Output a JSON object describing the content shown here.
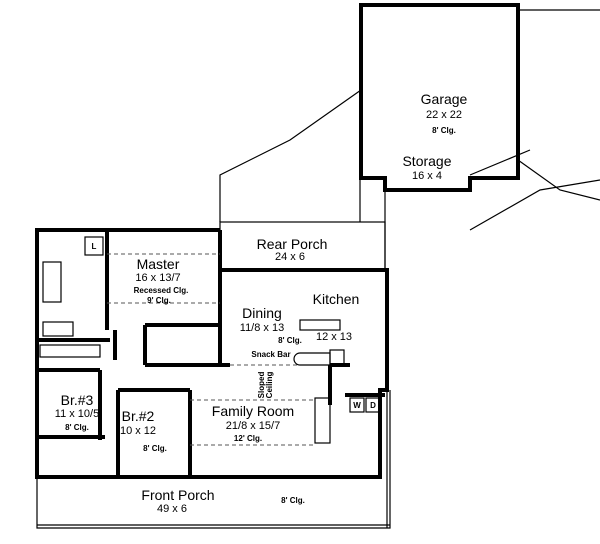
{
  "plan": {
    "garage": {
      "name": "Garage",
      "size": "22 x 22",
      "ceiling": "8' Clg."
    },
    "storage": {
      "name": "Storage",
      "size": "16 x 4"
    },
    "rear_porch": {
      "name": "Rear Porch",
      "size": "24 x 6"
    },
    "master": {
      "name": "Master",
      "size": "16 x 13/7",
      "note": "Recessed Clg.",
      "ceiling": "9' Clg."
    },
    "dining": {
      "name": "Dining",
      "size": "11/8 x 13",
      "ceiling": "8' Clg."
    },
    "kitchen": {
      "name": "Kitchen",
      "size": "12 x 13"
    },
    "snack_bar": "Snack Bar",
    "sloped_ceiling": [
      "Sloped",
      "Ceiling"
    ],
    "br3": {
      "name": "Br.#3",
      "size": "11 x 10/5",
      "ceiling": "8' Clg."
    },
    "br2": {
      "name": "Br.#2",
      "size": "10 x 12",
      "ceiling": "8' Clg."
    },
    "family_room": {
      "name": "Family Room",
      "size": "21/8 x 15/7",
      "ceiling": "12' Clg."
    },
    "front_porch": {
      "name": "Front Porch",
      "size": "49 x 6",
      "ceiling": "8' Clg."
    },
    "laundry": {
      "washer": "W",
      "dryer": "D"
    },
    "linen": "L"
  }
}
